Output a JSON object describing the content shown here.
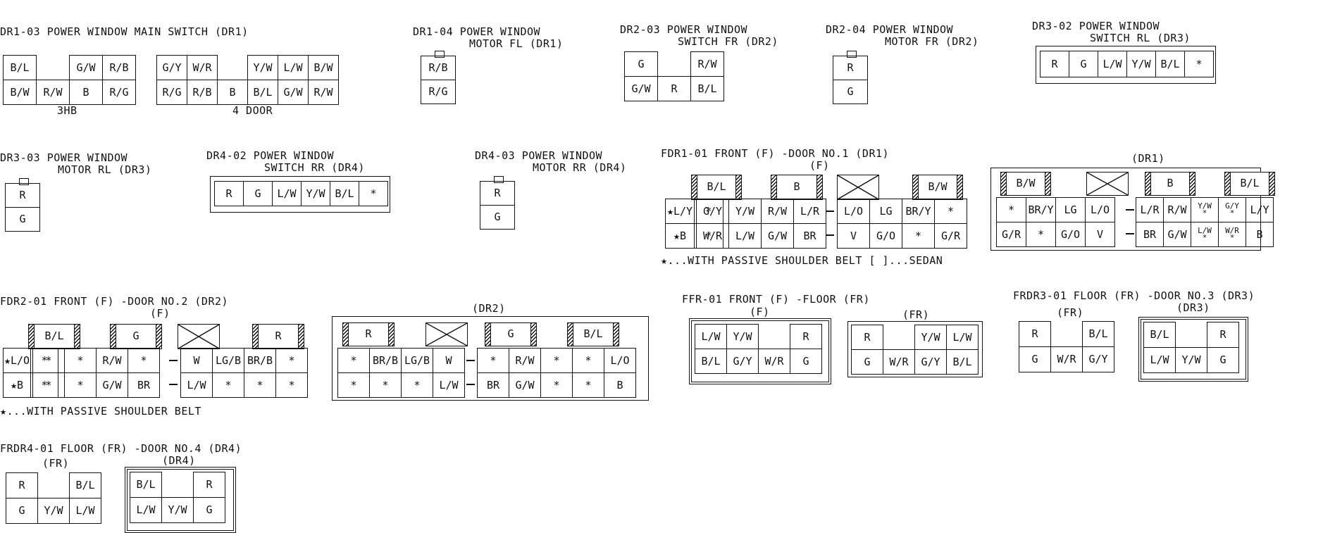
{
  "dr1_03": {
    "title": "DR1-03 POWER WINDOW MAIN SWITCH (DR1)",
    "hb_rows": [
      [
        "B/L",
        "",
        "G/W",
        "R/B"
      ],
      [
        "B/W",
        "R/W",
        "B",
        "R/G"
      ]
    ],
    "hb_label": "3HB",
    "door_rows": [
      [
        "G/Y",
        "W/R",
        "",
        "Y/W",
        "L/W",
        "B/W"
      ],
      [
        "R/G",
        "R/B",
        "B",
        "B/L",
        "G/W",
        "R/W"
      ]
    ],
    "door_label": "4 DOOR"
  },
  "dr1_04": {
    "title_line1": "DR1-04 POWER WINDOW",
    "title_line2": "MOTOR FL (DR1)",
    "pins": [
      "R/B",
      "R/G"
    ]
  },
  "dr2_03": {
    "title_line1": "DR2-03 POWER WINDOW",
    "title_line2": "SWITCH FR (DR2)",
    "rows": [
      [
        "G",
        "",
        "R/W"
      ],
      [
        "G/W",
        "R",
        "B/L"
      ]
    ]
  },
  "dr2_04": {
    "title_line1": "DR2-04 POWER WINDOW",
    "title_line2": "MOTOR FR (DR2)",
    "pins": [
      "R",
      "G"
    ]
  },
  "dr3_02": {
    "title_line1": "DR3-02 POWER WINDOW",
    "title_line2": "SWITCH RL (DR3)",
    "pins": [
      "R",
      "G",
      "L/W",
      "Y/W",
      "B/L",
      "*"
    ]
  },
  "dr3_03": {
    "title_line1": "DR3-03 POWER WINDOW",
    "title_line2": "MOTOR RL (DR3)",
    "pins": [
      "R",
      "G"
    ]
  },
  "dr4_02": {
    "title_line1": "DR4-02 POWER WINDOW",
    "title_line2": "SWITCH RR (DR4)",
    "pins": [
      "R",
      "G",
      "L/W",
      "Y/W",
      "B/L",
      "*"
    ]
  },
  "dr4_03": {
    "title_line1": "DR4-03 POWER WINDOW",
    "title_line2": "MOTOR RR (DR4)",
    "pins": [
      "R",
      "G"
    ]
  },
  "fdr1_01": {
    "title": "FDR1-01 FRONT (F) -DOOR NO.1 (DR1)",
    "f_label": "(F)",
    "f_hatch": [
      "B/L",
      "B",
      "B/W"
    ],
    "f_side": [
      [
        "★L/Y",
        "*"
      ],
      [
        "★B",
        "*"
      ]
    ],
    "f_left_rows": [
      [
        "G/Y",
        "Y/W",
        "R/W",
        "L/R"
      ],
      [
        "W/R",
        "L/W",
        "G/W",
        "BR"
      ]
    ],
    "f_right_rows": [
      [
        "L/O",
        "LG",
        "BR/Y",
        "*"
      ],
      [
        "V",
        "G/O",
        "*",
        "G/R"
      ]
    ],
    "dr_label": "(DR1)",
    "dr_hatch": [
      "B/W",
      "B",
      "B/L"
    ],
    "dr_left_rows": [
      [
        "*",
        "BR/Y",
        "LG",
        "L/O"
      ],
      [
        "G/R",
        "*",
        "G/O",
        "V"
      ]
    ],
    "dr_right_rows": [
      [
        "L/R",
        "R/W",
        [
          "Y/W",
          "*"
        ],
        [
          "G/Y",
          "*"
        ],
        "L/Y"
      ],
      [
        "BR",
        "G/W",
        [
          "L/W",
          "*"
        ],
        [
          "W/R",
          "*"
        ],
        "B"
      ]
    ],
    "note": "★...WITH PASSIVE SHOULDER BELT   [ ]...SEDAN"
  },
  "fdr2_01": {
    "title": "FDR2-01 FRONT (F) -DOOR NO.2 (DR2)",
    "f_label": "(F)",
    "f_hatch": [
      "B/L",
      "G",
      "R"
    ],
    "f_side": [
      [
        "★L/O",
        "*"
      ],
      [
        "★B",
        "*"
      ]
    ],
    "f_left_rows": [
      [
        "*",
        "*",
        "R/W",
        "*"
      ],
      [
        "*",
        "*",
        "G/W",
        "BR"
      ]
    ],
    "f_right_rows": [
      [
        "W",
        "LG/B",
        "BR/B",
        "*"
      ],
      [
        "L/W",
        "*",
        "*",
        "*"
      ]
    ],
    "dr_label": "(DR2)",
    "dr_hatch": [
      "R",
      "G",
      "B/L"
    ],
    "dr_left_rows": [
      [
        "*",
        "BR/B",
        "LG/B",
        "W"
      ],
      [
        "*",
        "*",
        "*",
        "L/W"
      ]
    ],
    "dr_right_rows": [
      [
        "*",
        "R/W",
        "*",
        "*",
        "L/O"
      ],
      [
        "BR",
        "G/W",
        "*",
        "*",
        "B"
      ]
    ],
    "note": "★...WITH PASSIVE SHOULDER BELT"
  },
  "ffr_01": {
    "title": "FFR-01 FRONT (F) -FLOOR (FR)",
    "f_label": "(F)",
    "f_rows": [
      [
        "L/W",
        "Y/W",
        "",
        "R"
      ],
      [
        "B/L",
        "G/Y",
        "W/R",
        "G"
      ]
    ],
    "fr_label": "(FR)",
    "fr_rows": [
      [
        "R",
        "",
        "Y/W",
        "L/W"
      ],
      [
        "G",
        "W/R",
        "G/Y",
        "B/L"
      ]
    ]
  },
  "frdr3_01": {
    "title": "FRDR3-01 FLOOR (FR) -DOOR NO.3 (DR3)",
    "fr_label": "(FR)",
    "fr_rows": [
      [
        "R",
        "",
        "B/L"
      ],
      [
        "G",
        "W/R",
        "G/Y"
      ]
    ],
    "dr_label": "(DR3)",
    "dr_rows": [
      [
        "B/L",
        "",
        "R"
      ],
      [
        "L/W",
        "Y/W",
        "G"
      ]
    ]
  },
  "frdr4_01": {
    "title": "FRDR4-01 FLOOR (FR) -DOOR NO.4 (DR4)",
    "fr_label": "(FR)",
    "fr_rows": [
      [
        "R",
        "",
        "B/L"
      ],
      [
        "G",
        "Y/W",
        "L/W"
      ]
    ],
    "dr_label": "(DR4)",
    "dr_rows": [
      [
        "B/L",
        "",
        "R"
      ],
      [
        "L/W",
        "Y/W",
        "G"
      ]
    ]
  }
}
